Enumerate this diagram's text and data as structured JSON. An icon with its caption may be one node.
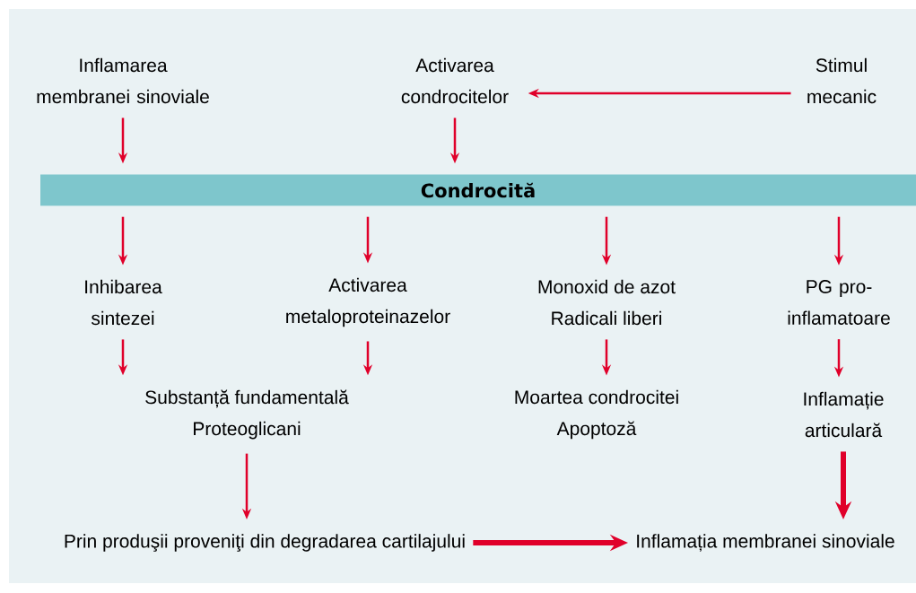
{
  "diagram": {
    "nodes": [
      {
        "text": [
          "Inflamarea membranei sinoviale"
        ]
      },
      {
        "text": [
          "Activarea condrocitelor"
        ]
      },
      {
        "text": [
          "Stimul mecanic"
        ]
      },
      {
        "text": [
          "Condrocită"
        ]
      },
      {
        "text": [
          "Inhibarea sintezei"
        ]
      },
      {
        "text": [
          "Activarea metaloproteinazelor"
        ]
      },
      {
        "text": [
          "Monoxid de azot",
          "Radicali liberi"
        ]
      },
      {
        "text": [
          "PG pro-inflamatoare"
        ]
      },
      {
        "text": [
          "Substanță fundamentală",
          "Proteoglicani"
        ]
      },
      {
        "text": [
          "Moartea condrocitei",
          "Apoptoză"
        ]
      },
      {
        "text": [
          "Inflamație articulară"
        ]
      },
      {
        "text": [
          "Prin produşii proveniţi din degradarea cartilajului"
        ]
      },
      {
        "text": [
          "Inflamația membranei sinoviale"
        ]
      }
    ],
    "edges": [
      {
        "from": 0,
        "to": 3,
        "arrow": "to"
      },
      {
        "from": 1,
        "to": 3,
        "arrow": "to"
      },
      {
        "from": 2,
        "to": 1,
        "arrow": "to"
      },
      {
        "from": 3,
        "to": 4,
        "arrow": "to"
      },
      {
        "from": 3,
        "to": 5,
        "arrow": "to"
      },
      {
        "from": 3,
        "to": 6,
        "arrow": "to"
      },
      {
        "from": 3,
        "to": 7,
        "arrow": "to"
      },
      {
        "from": 4,
        "to": 8,
        "arrow": "to"
      },
      {
        "from": 5,
        "to": 8,
        "arrow": "to"
      },
      {
        "from": 6,
        "to": 9,
        "arrow": "to"
      },
      {
        "from": 7,
        "to": 10,
        "arrow": "to"
      },
      {
        "from": 8,
        "to": 11,
        "arrow": "to"
      },
      {
        "from": 10,
        "to": 12,
        "arrow": "to",
        "style": "thick"
      },
      {
        "from": 11,
        "to": 12,
        "arrow": "to",
        "style": "thick"
      }
    ]
  }
}
